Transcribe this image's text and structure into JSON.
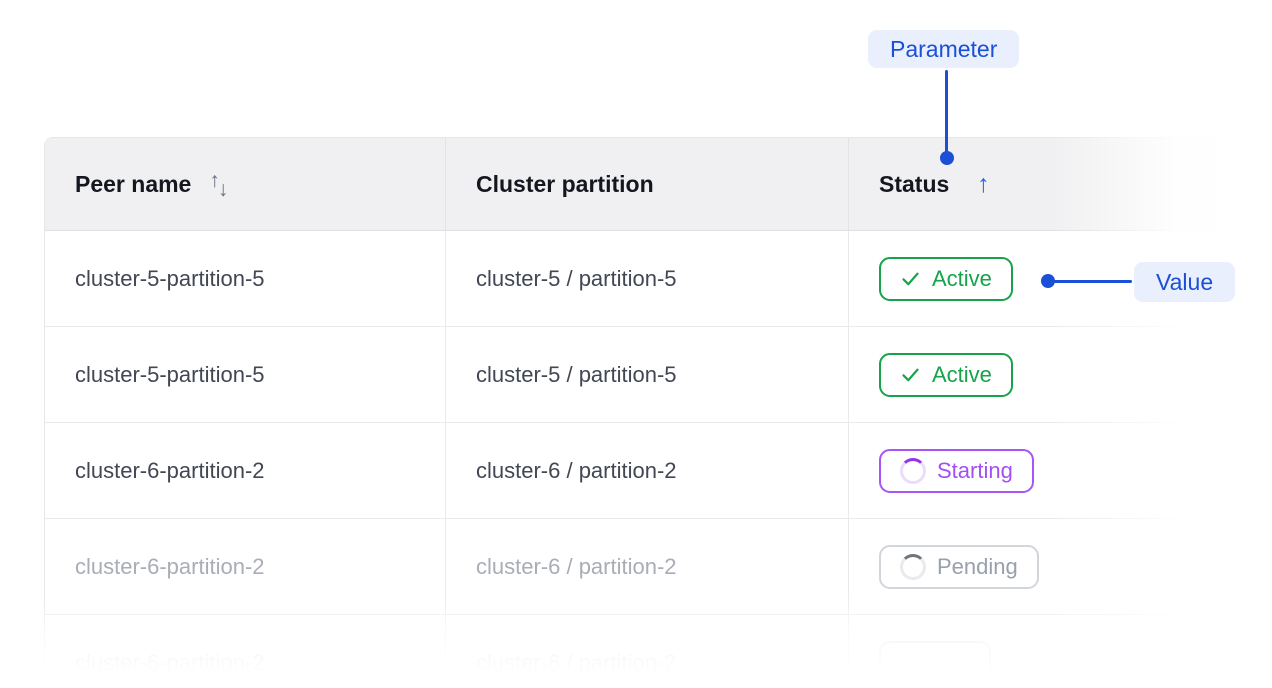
{
  "annotations": {
    "parameter_label": "Parameter",
    "value_label": "Value",
    "accent_color": "#1a4fd6",
    "chip_bg": "#e9effc"
  },
  "table": {
    "columns": [
      {
        "label": "Peer name",
        "sort": "both"
      },
      {
        "label": "Cluster partition",
        "sort": "none"
      },
      {
        "label": "Status",
        "sort": "asc"
      }
    ],
    "icons": {
      "sort_up": "↑",
      "sort_down": "↓",
      "sort_asc": "↑"
    },
    "rows": [
      {
        "peer_name": "cluster-5-partition-5",
        "cluster_partition": "cluster-5 / partition-5",
        "status": "Active"
      },
      {
        "peer_name": "cluster-5-partition-5",
        "cluster_partition": "cluster-5 / partition-5",
        "status": "Active"
      },
      {
        "peer_name": "cluster-6-partition-2",
        "cluster_partition": "cluster-6 / partition-2",
        "status": "Starting"
      },
      {
        "peer_name": "cluster-6-partition-2",
        "cluster_partition": "cluster-6 / partition-2",
        "status": "Pending"
      },
      {
        "peer_name": "cluster-6-partition-2",
        "cluster_partition": "cluster-6 / partition-2",
        "status": ""
      }
    ],
    "status_styles": {
      "active": {
        "color": "#16a34a",
        "icon": "check"
      },
      "starting": {
        "color": "#a855f7",
        "icon": "spinner"
      },
      "pending": {
        "color": "#9aa0ab",
        "icon": "spinner"
      }
    }
  }
}
